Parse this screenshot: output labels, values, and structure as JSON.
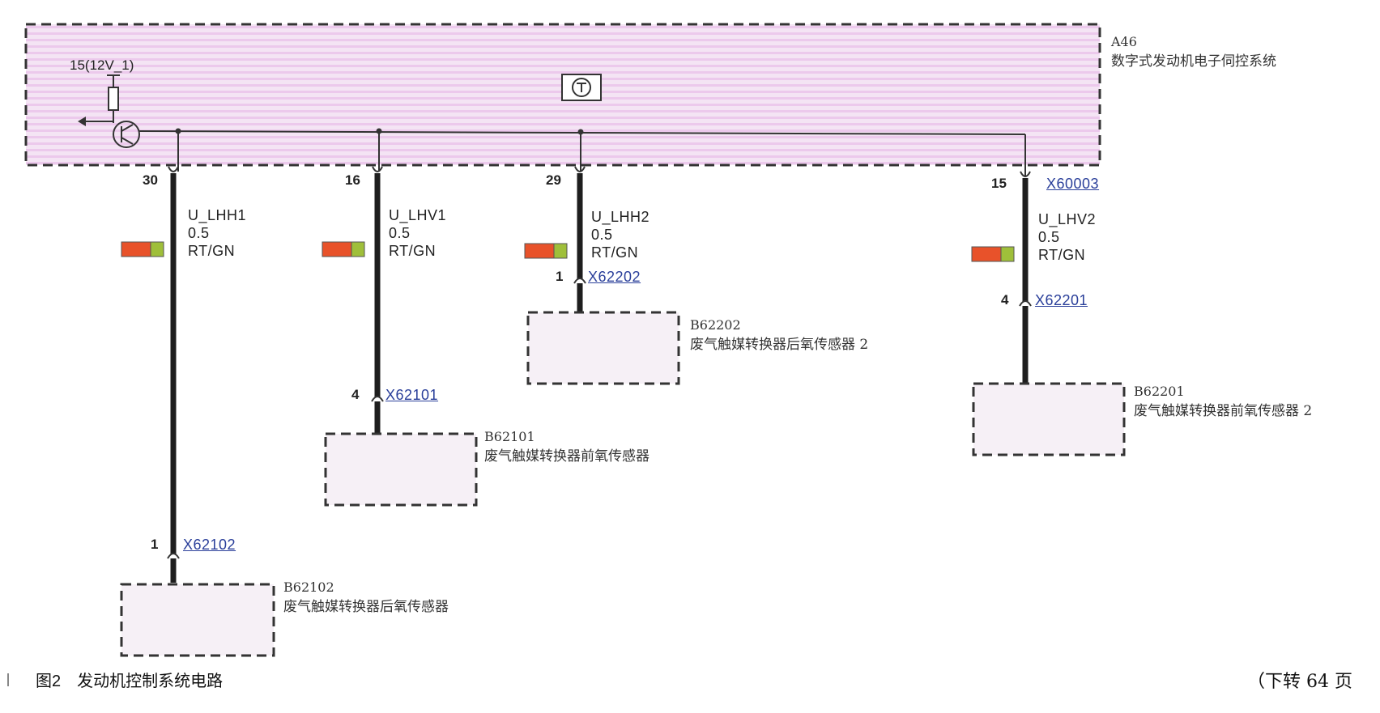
{
  "module": {
    "id": "A46",
    "name": "数字式发动机电子伺控系统",
    "supply_label": "15(12V_1)",
    "connector": "X60003"
  },
  "wires": [
    {
      "pin": "30",
      "name": "U_LHH1",
      "size": "0.5",
      "color_code": "RT/GN",
      "sensor_pin": "1",
      "sensor_connector": "X62102",
      "sensor_id": "B62102",
      "sensor_name": "废气触媒转换器后氧传感器"
    },
    {
      "pin": "16",
      "name": "U_LHV1",
      "size": "0.5",
      "color_code": "RT/GN",
      "sensor_pin": "4",
      "sensor_connector": "X62101",
      "sensor_id": "B62101",
      "sensor_name": "废气触媒转换器前氧传感器"
    },
    {
      "pin": "29",
      "name": "U_LHH2",
      "size": "0.5",
      "color_code": "RT/GN",
      "sensor_pin": "1",
      "sensor_connector": "X62202",
      "sensor_id": "B62202",
      "sensor_name": "废气触媒转换器后氧传感器 2"
    },
    {
      "pin": "15",
      "name": "U_LHV2",
      "size": "0.5",
      "color_code": "RT/GN",
      "sensor_pin": "4",
      "sensor_connector": "X62201",
      "sensor_id": "B62201",
      "sensor_name": "废气触媒转换器前氧传感器 2"
    }
  ],
  "wire_colors": {
    "red": "#e8522a",
    "green": "#9fbf3a"
  },
  "module_fill": "#f2dcf2",
  "caption": "图2　发动机控制系统电路",
  "continuation": "（下转 64 页"
}
